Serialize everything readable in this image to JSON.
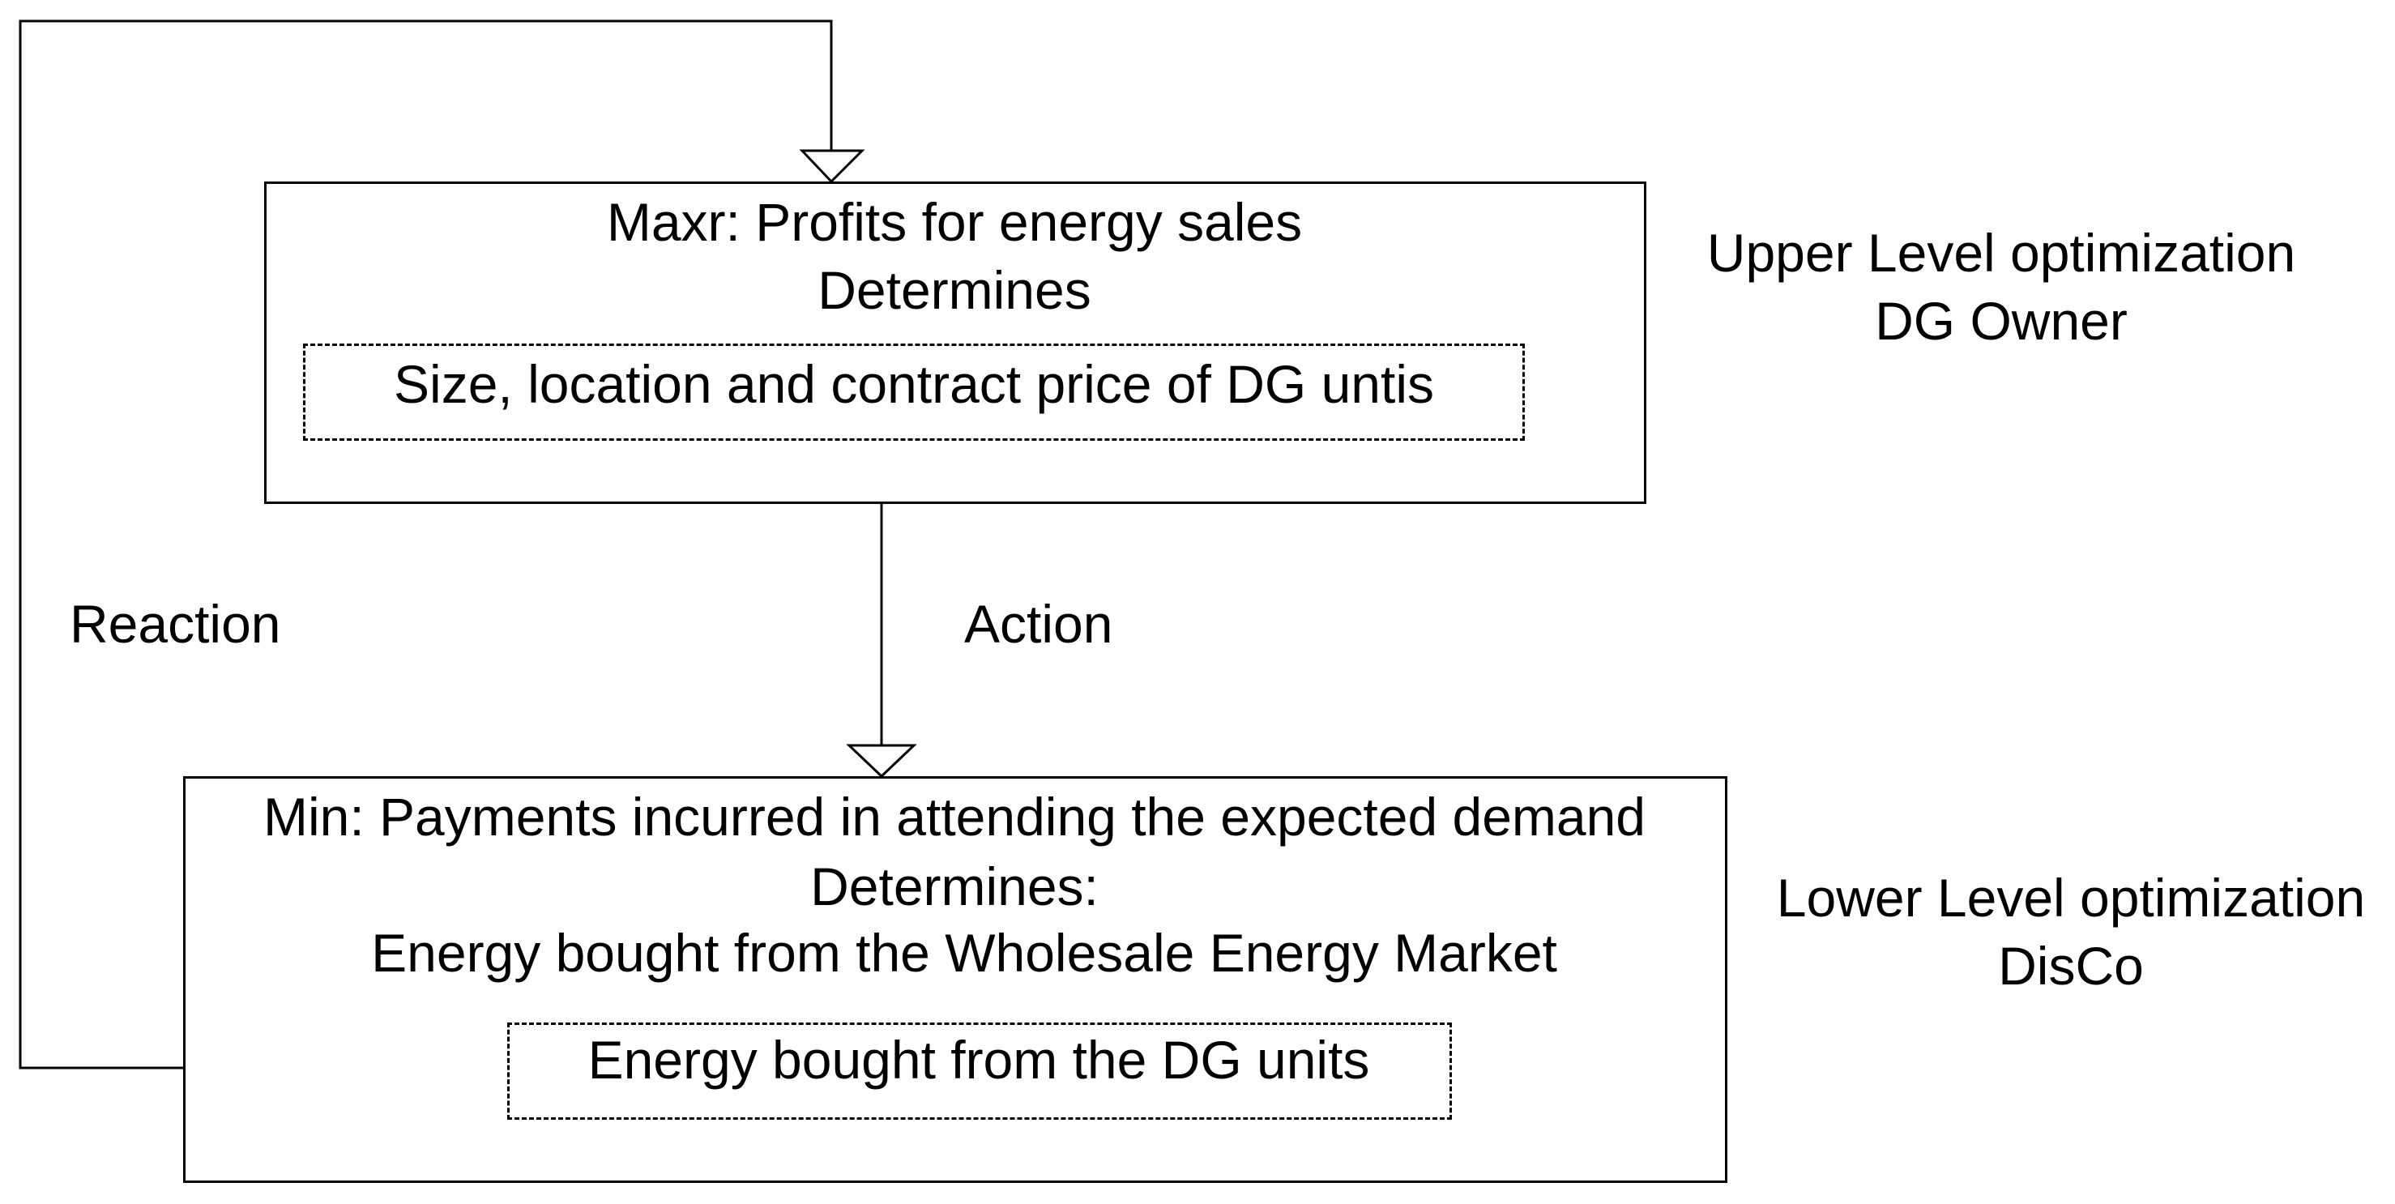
{
  "upper_box": {
    "title": "Maxr: Profits for energy sales",
    "subtitle": "Determines",
    "inner": "Size, location and contract price of DG untis"
  },
  "upper_label": {
    "line1": "Upper Level optimization",
    "line2": "DG Owner"
  },
  "lower_box": {
    "title": "Min: Payments incurred in attending the expected demand",
    "subtitle": "Determines:",
    "line3": "Energy bought from the Wholesale Energy Market",
    "inner": "Energy bought from the DG units"
  },
  "lower_label": {
    "line1": "Lower Level optimization",
    "line2": "DisCo"
  },
  "action_label": "Action",
  "reaction_label": "Reaction",
  "colors": {
    "stroke": "#000000",
    "background": "#ffffff"
  }
}
